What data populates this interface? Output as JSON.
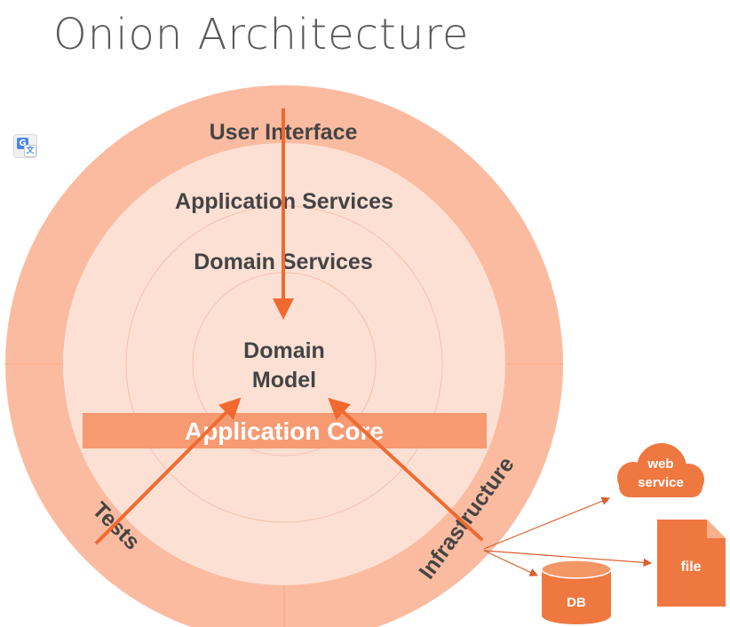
{
  "title": "Onion Architecture",
  "layers": {
    "user_interface": "User Interface",
    "application_services": "Application Services",
    "domain_services": "Domain Services",
    "domain_model_line1": "Domain",
    "domain_model_line2": "Model",
    "application_core": "Application Core",
    "tests": "Tests",
    "infrastructure": "Infrastructure"
  },
  "external": {
    "web_service_line1": "web",
    "web_service_line2": "service",
    "file": "file",
    "db": "DB"
  },
  "icons": {
    "translate": "google-translate-icon"
  },
  "colors": {
    "outer_ring": "#fbbba0",
    "middle_ring": "#fde0d4",
    "core_band": "#f79a72",
    "arrow": "#f06a30",
    "external_shape": "#ef7840",
    "title": "#5a5a5a"
  }
}
